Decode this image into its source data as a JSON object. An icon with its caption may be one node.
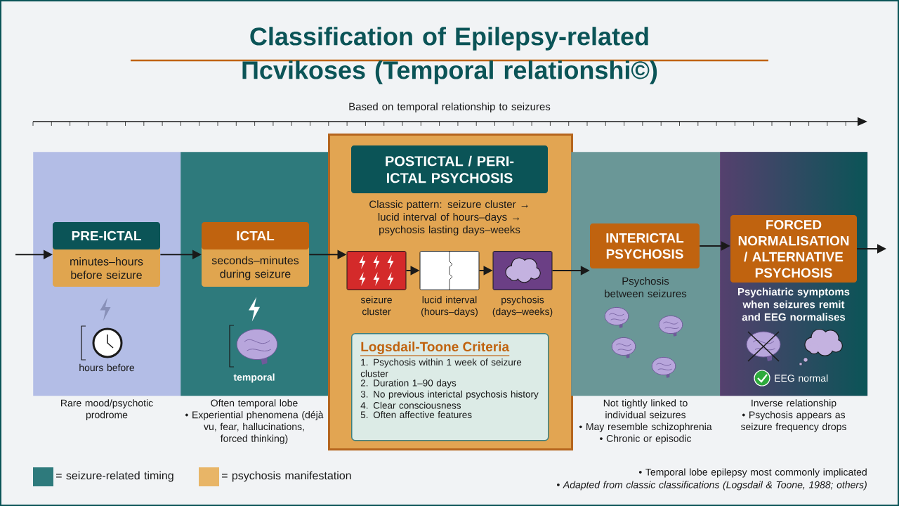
{
  "diagram": {
    "title": "Classification of Epilepsy-related Пcvikoses (Temporal relationshi©)",
    "nodes": [
      {
        "text": [
          "hours before"
        ],
        "beside": [
          "Rare mood/psychotic prodrome"
        ]
      },
      {
        "text": [
          "PRE-ICTAL",
          "minutes–hours before seizure"
        ],
        "in": 0
      },
      {
        "text": [
          "temporal"
        ],
        "beside": [
          "Often temporal lobe",
          "• Experiential phenomena (déjà vu, fear, hallucinations, forced thinking)"
        ]
      },
      {
        "text": [
          "ICTAL",
          "seconds–minutes during seizure"
        ],
        "in": 2
      },
      {
        "text": [
          "Classic pattern: seizure cluster → lucid interval of hours–days → psychosis lasting days–weeks"
        ]
      },
      {
        "text": [
          "POSTICTAL / PERI-ICTAL PSYCHOSIS"
        ],
        "in": 4
      },
      {
        "text": [
          "seizure cluster"
        ],
        "in": 4
      },
      {
        "text": [
          "lucid interval (hours–days)"
        ],
        "in": 4
      },
      {
        "text": [
          "psychosis (days–weeks)"
        ],
        "in": 4
      },
      {
        "text": [
          "Logsdail-Toone Criteria",
          "1. Psychosis within 1 week of seizure cluster",
          "2. Duration 1–90 days",
          "3. No previous interictal psychosis history",
          "4. Clear consciousness",
          "5. Often affective features"
        ],
        "in": 4
      },
      {
        "text": [
          "Psychosis between seizures"
        ],
        "beside": [
          "Not tightly linked to individual seizures",
          "• May resemble schizophrenia",
          "• Chronic or episodic"
        ]
      },
      {
        "text": [
          "INTERICTAL PSYCHOSIS"
        ],
        "in": 10
      },
      {
        "text": [
          "Psychiatric symptoms when seizures remit and EEG normalises",
          "EEG normal"
        ],
        "beside": [
          "Inverse relationship",
          "• Psychosis appears as seizure frequency drops"
        ]
      },
      {
        "text": [
          "FORCED NORMALISATION / ALTERNATIVE PSYCHOSIS"
        ],
        "in": 12
      }
    ],
    "edges": [
      {
        "from": null,
        "to": 1,
        "arrow": "to"
      },
      {
        "from": 1,
        "to": 3,
        "arrow": "to"
      },
      {
        "from": 3,
        "to": 6,
        "arrow": "to"
      },
      {
        "from": 6,
        "to": 7,
        "arrow": "to"
      },
      {
        "from": 7,
        "to": 8,
        "arrow": "to"
      },
      {
        "from": 8,
        "to": 11,
        "arrow": "to"
      },
      {
        "from": 11,
        "to": 13,
        "arrow": "to"
      },
      {
        "from": 13,
        "to": null,
        "arrow": "to"
      }
    ],
    "labels": [
      "Based on temporal relationship to seizures",
      "• Temporal lobe epilepsy most commonly implicated",
      "• Adapted from classic classifications (Logsdail & Toone, 1988; others)"
    ],
    "legend": [
      {
        "text": "= seizure-related timing",
        "color": "#2e7a7c"
      },
      {
        "text": "= psychosis manifestation",
        "color": "#e8b567"
      }
    ]
  }
}
